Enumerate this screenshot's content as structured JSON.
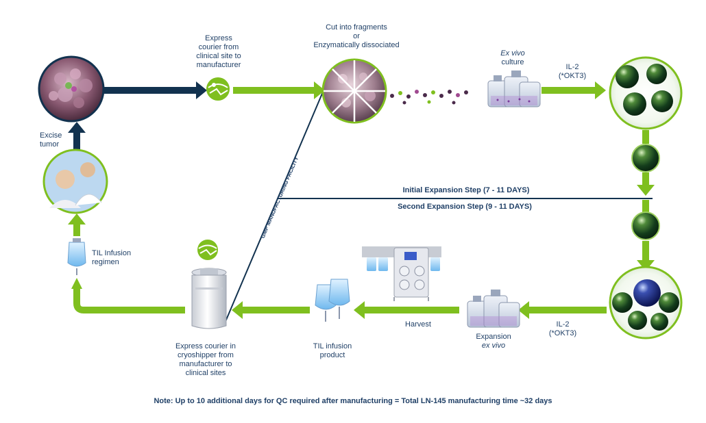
{
  "labels": {
    "express_courier_1": [
      "Express",
      "courier from",
      "clinical site to",
      "manufacturer"
    ],
    "cut_fragments": [
      "Cut into fragments",
      "or",
      "Enzymatically dissociated"
    ],
    "ex_vivo_italic": "Ex vivo",
    "ex_vivo_culture": "culture",
    "il2_top": [
      "IL-2",
      "(*OKT3)"
    ],
    "excise_tumor": [
      "Excise",
      "tumor"
    ],
    "gmp": "GMP MANUFACTURING FACILITY",
    "initial_step": "Initial Expansion Step (7    - 11 DAYS)",
    "second_step": "Second Expansion Step (9   - 11 DAYS)",
    "til_regimen": [
      "TIL Infusion",
      "regimen"
    ],
    "harvest": "Harvest",
    "il2_bottom": [
      "IL-2",
      "(*OKT3)"
    ],
    "expansion": "Expansion",
    "expansion_italic": "ex vivo",
    "til_product": [
      "TIL infusion",
      "product"
    ],
    "express_courier_2": [
      "Express courier in",
      "cryoshipper  from",
      "manufacturer to",
      "clinical sites"
    ]
  },
  "note": "Note: Up to 10 additional days for QC required after manufacturing = Total LN-145 manufacturing time ~32 days",
  "colors": {
    "green": "#7fbf1f",
    "navy": "#12324f",
    "text": "#1f3f66",
    "cell": "#1f5a2a"
  },
  "icons": [
    "tumor-icon",
    "courier-icon",
    "fragment-disk-icon",
    "culture-flask-icon",
    "cell-cluster-icon",
    "patient-photo-icon",
    "infusion-bag-icon",
    "cryoshipper-icon",
    "harvest-machine-icon"
  ]
}
